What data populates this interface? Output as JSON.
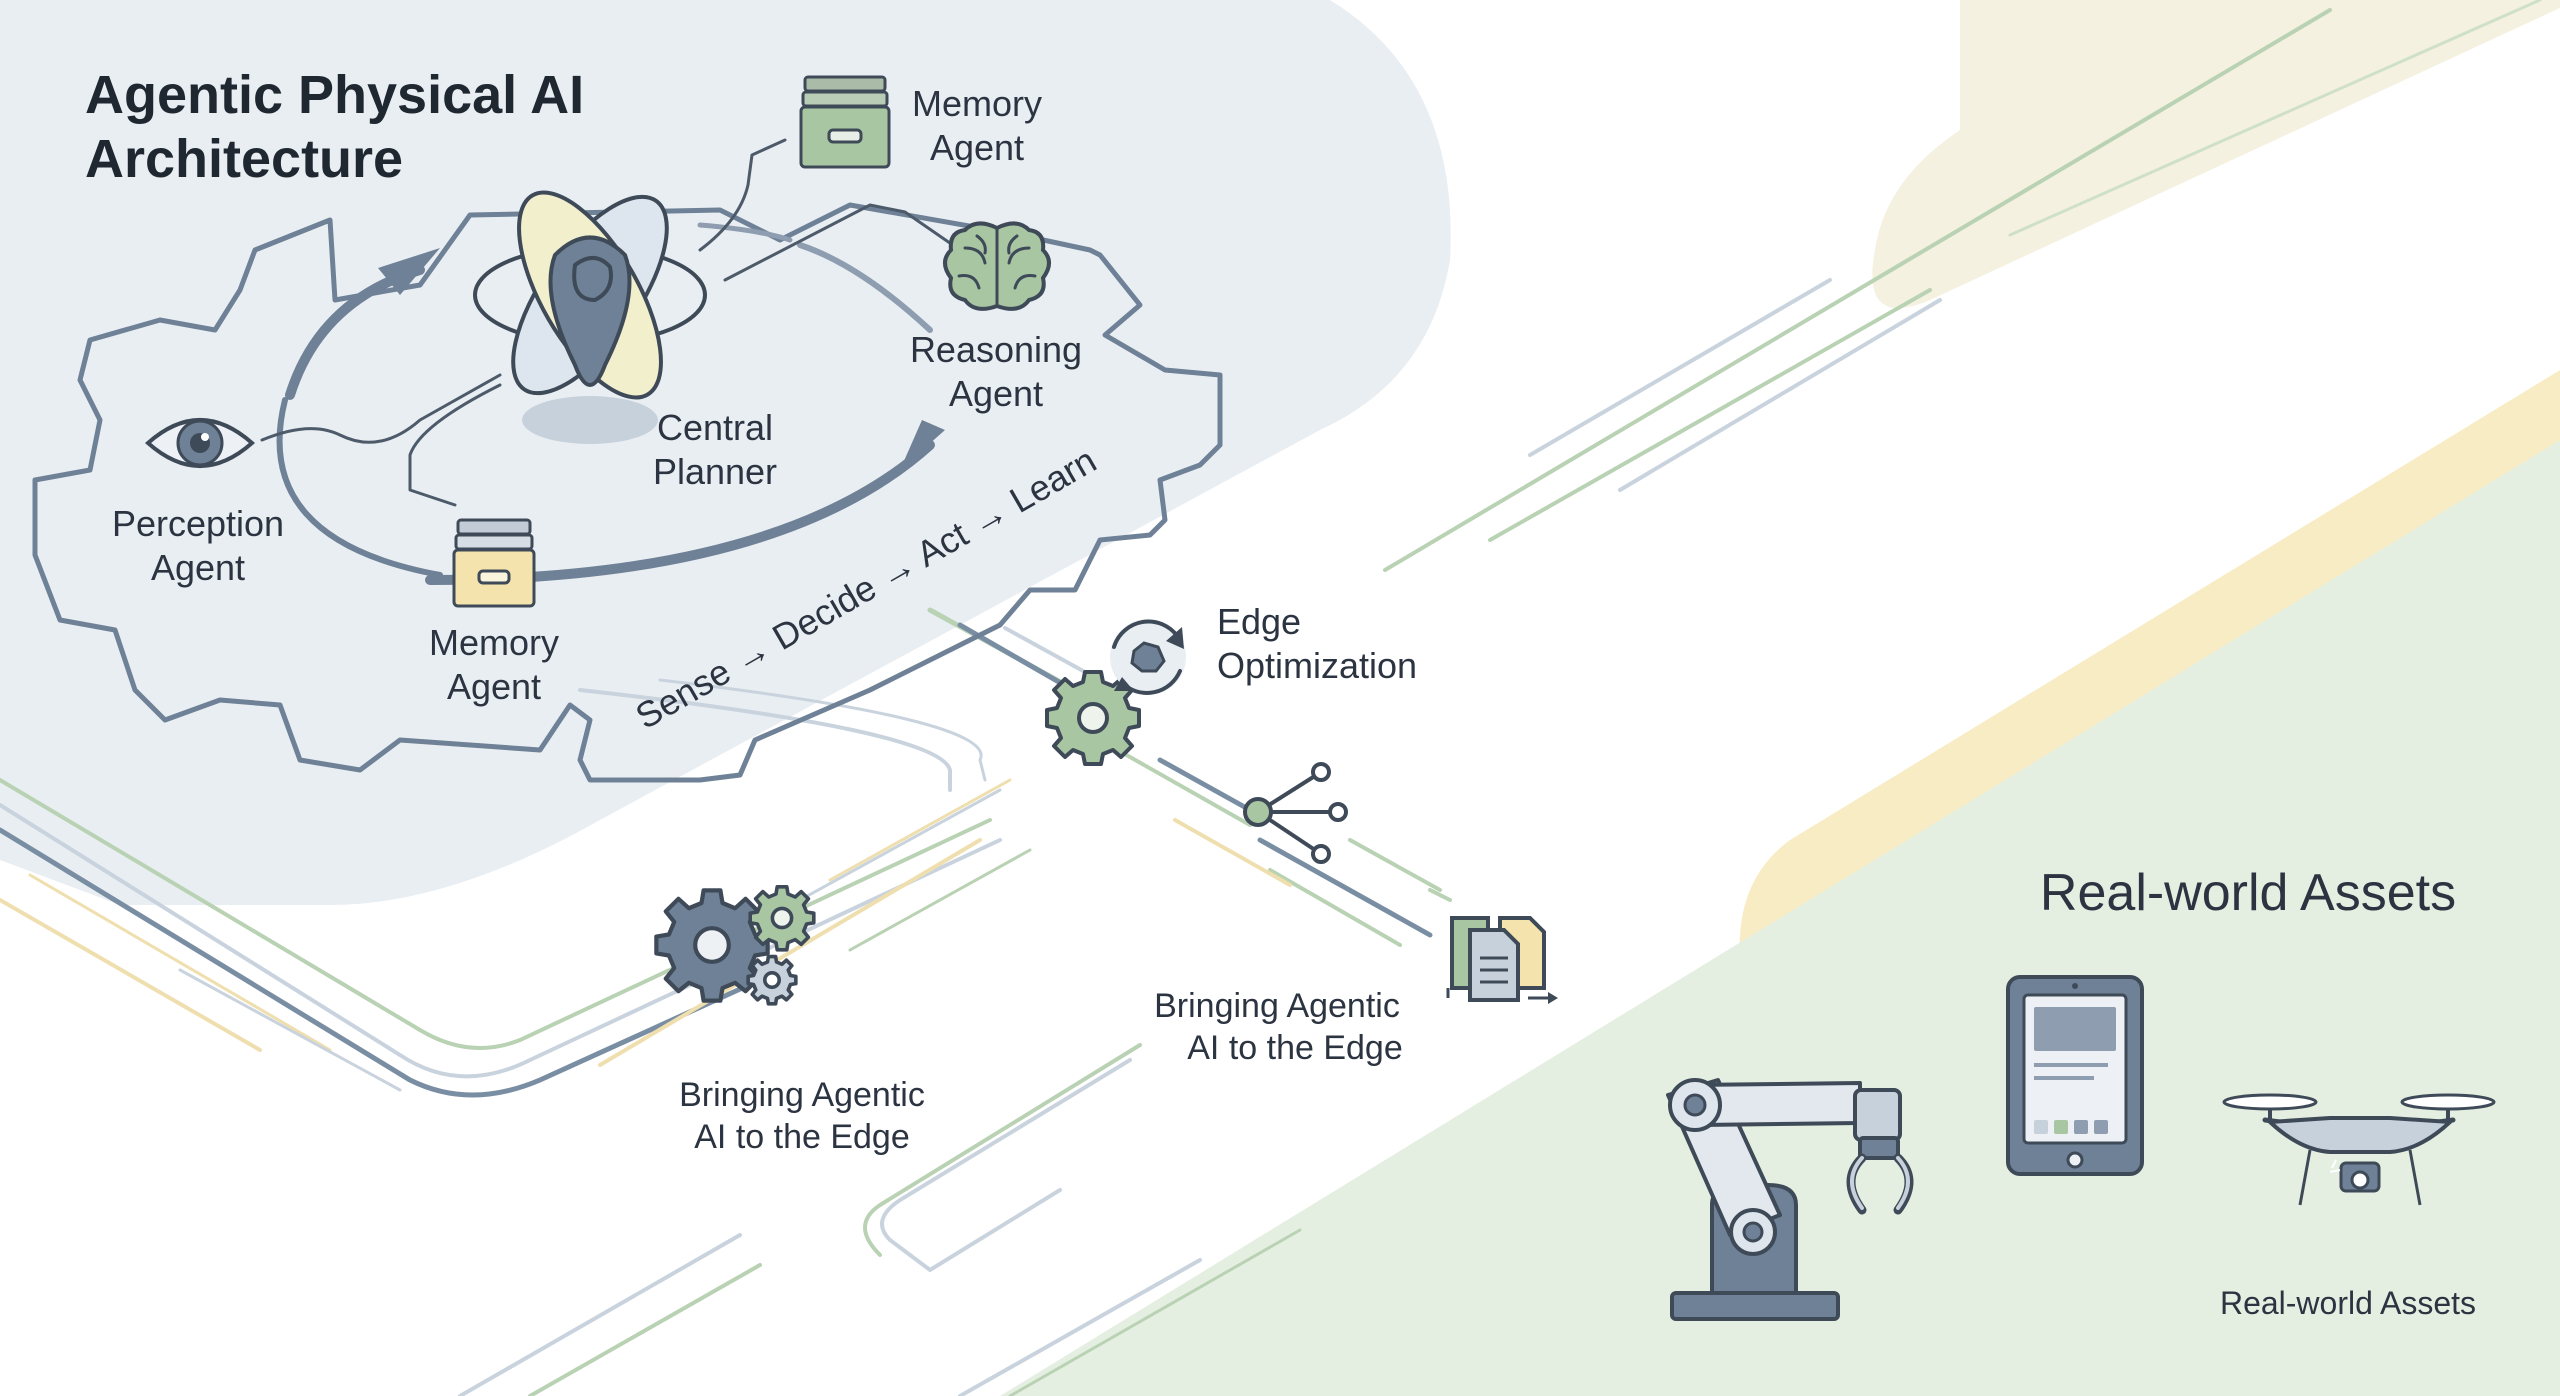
{
  "title": {
    "line1": "Agentic Physical AI",
    "line2": "Architecture"
  },
  "agents": {
    "memory_top": {
      "line1": "Memory",
      "line2": "Agent"
    },
    "reasoning": {
      "line1": "Reasoning",
      "line2": "Agent"
    },
    "central": {
      "line1": "Central",
      "line2": "Planner"
    },
    "perception": {
      "line1": "Perception",
      "line2": "Agent"
    },
    "memory_bottom": {
      "line1": "Memory",
      "line2": "Agent"
    }
  },
  "loop_label": "Sense → Decide → Act → Learn",
  "edge_optimization": {
    "line1": "Edge",
    "line2": "Optimization"
  },
  "bringing_left": {
    "line1": "Bringing Agentic",
    "line2": "AI to the Edge"
  },
  "bringing_right": {
    "line1": "Bringing Agentic",
    "line2": "AI to the Edge"
  },
  "real_world": {
    "heading": "Real-world Assets",
    "caption": "Real-world Assets"
  },
  "icons": [
    "eye-icon",
    "atom-icon",
    "brain-icon",
    "storage-drawer-icon",
    "gear-icon",
    "network-icon",
    "documents-icon",
    "robot-arm-icon",
    "tablet-icon",
    "drone-icon"
  ],
  "colors": {
    "panel": "#e9eef3",
    "slate": "#6f8196",
    "sage": "#9fc09a",
    "cream": "#f3e6b8",
    "green_zone": "#e5efe1"
  }
}
